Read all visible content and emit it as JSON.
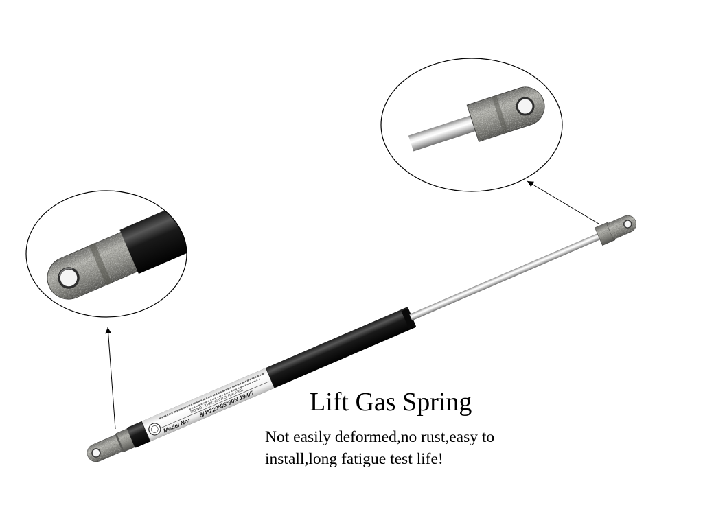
{
  "headline": "Lift Gas Spring",
  "description": [
    "Not easily deformed,no rust,easy to",
    "install,long fatigue test life!"
  ],
  "label": {
    "model_prefix": "Model No:",
    "model_value": "8/4*220*85*90N 19/05",
    "warning": "DO NOT THROW INTO THE FIRE"
  },
  "colors": {
    "background": "#ffffff",
    "cylinder": "#111111",
    "end_fitting": "#8c8c88",
    "piston_rod": "#e8e8e8",
    "callout_outline": "#000000"
  }
}
